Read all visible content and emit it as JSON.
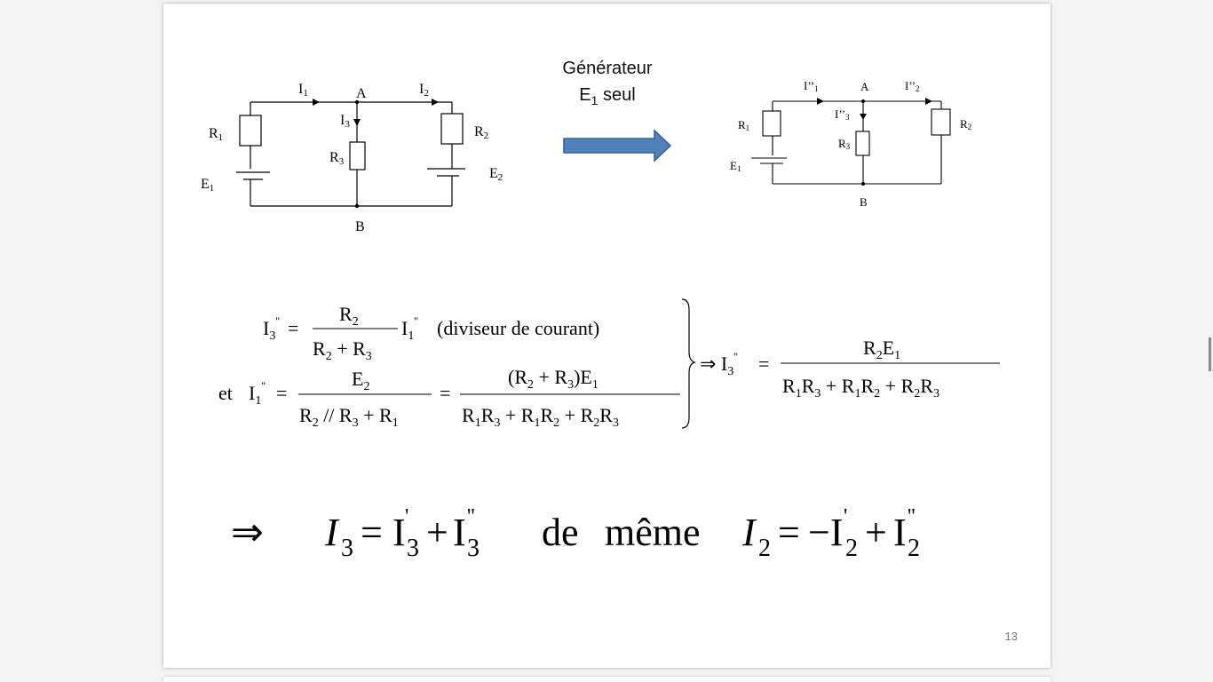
{
  "slide": {
    "page_number": "13",
    "arrow_caption_line1": "Générateur",
    "arrow_caption_line2_base": "E",
    "arrow_caption_line2_sub": "1",
    "arrow_caption_line2_tail": " seul"
  },
  "circuit_left": {
    "node_a": "A",
    "node_b": "B",
    "currents": [
      "I1",
      "I2",
      "I3"
    ],
    "resistors": [
      "R1",
      "R2",
      "R3"
    ],
    "sources": [
      "E1",
      "E2"
    ]
  },
  "circuit_right": {
    "node_a": "A",
    "node_b": "B",
    "currents": [
      "I''1",
      "I''2",
      "I''3"
    ],
    "resistors": [
      "R1",
      "R2",
      "R3"
    ],
    "sources": [
      "E1"
    ]
  },
  "equations": {
    "eq1_note": "(diviseur de courant)",
    "eq2_prefix": "et",
    "eq_big_de": "de",
    "eq_big_meme": "même"
  }
}
